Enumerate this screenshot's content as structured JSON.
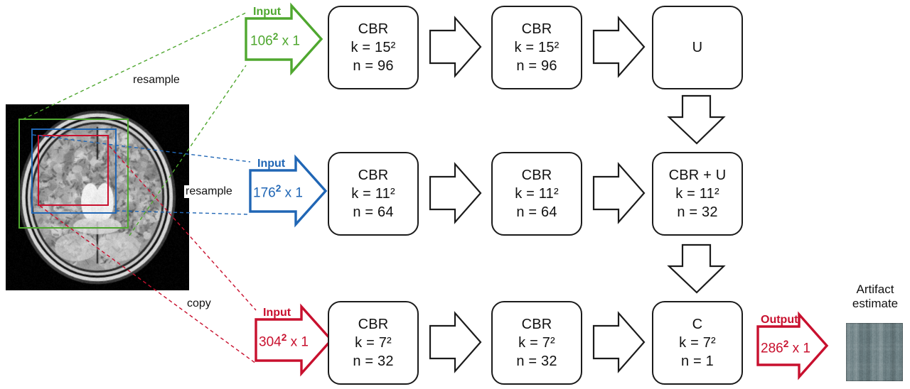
{
  "figure": {
    "type": "neural-network-architecture-diagram",
    "description": "Multi-scale CNN for artifact estimation from a brain MRI slice"
  },
  "source_image": {
    "name": "brain-mri-slice",
    "alt": "Axial T2-weighted brain MRI slice",
    "boxes": [
      {
        "name": "green-box",
        "color": "#4FA72F",
        "label_ref": "input_row_1"
      },
      {
        "name": "blue-box",
        "color": "#2066B5",
        "label_ref": "input_row_2"
      },
      {
        "name": "red-box",
        "color": "#C8102E",
        "label_ref": "input_row_3"
      }
    ]
  },
  "connectors": [
    {
      "name": "resample-green",
      "label": "resample",
      "color": "#4FA72F"
    },
    {
      "name": "resample-blue",
      "label": "resample",
      "color": "#2066B5"
    },
    {
      "name": "copy-red",
      "label": "copy",
      "color": "#C8102E"
    }
  ],
  "rows": [
    {
      "name": "row-coarse",
      "color": "#4FA72F",
      "input": {
        "label": "Input",
        "value": "106",
        "exponent": "2",
        "suffix": " x 1"
      },
      "blocks": [
        {
          "name": "block-cbr-1-1",
          "lines": [
            "CBR",
            "k = 15²",
            "n = 96"
          ]
        },
        {
          "name": "block-cbr-1-2",
          "lines": [
            "CBR",
            "k = 15²",
            "n = 96"
          ]
        },
        {
          "name": "block-u-1",
          "lines": [
            "U"
          ]
        }
      ]
    },
    {
      "name": "row-mid",
      "color": "#2066B5",
      "input": {
        "label": "Input",
        "value": "176",
        "exponent": "2",
        "suffix": " x 1"
      },
      "blocks": [
        {
          "name": "block-cbr-2-1",
          "lines": [
            "CBR",
            "k = 11²",
            "n = 64"
          ]
        },
        {
          "name": "block-cbr-2-2",
          "lines": [
            "CBR",
            "k = 11²",
            "n = 64"
          ]
        },
        {
          "name": "block-cbru-2",
          "lines": [
            "CBR + U",
            "k = 11²",
            "n = 32"
          ]
        }
      ]
    },
    {
      "name": "row-fine",
      "color": "#C8102E",
      "input": {
        "label": "Input",
        "value": "304",
        "exponent": "2",
        "suffix": " x 1"
      },
      "blocks": [
        {
          "name": "block-cbr-3-1",
          "lines": [
            "CBR",
            "k = 7²",
            "n = 32"
          ]
        },
        {
          "name": "block-cbr-3-2",
          "lines": [
            "CBR",
            "k = 7²",
            "n = 32"
          ]
        },
        {
          "name": "block-c-3",
          "lines": [
            "C",
            "k = 7²",
            "n = 1"
          ]
        }
      ]
    }
  ],
  "output": {
    "label": "Output",
    "value": "286",
    "exponent": "2",
    "suffix": " x 1",
    "color": "#C8102E"
  },
  "artifact": {
    "title_line1": "Artifact",
    "title_line2": "estimate",
    "image_name": "artifact-estimate-patch",
    "color": "#6e8185"
  },
  "flow_arrows": {
    "horizontal_count": 6,
    "vertical_count": 2,
    "color": "#1b1b1b"
  }
}
